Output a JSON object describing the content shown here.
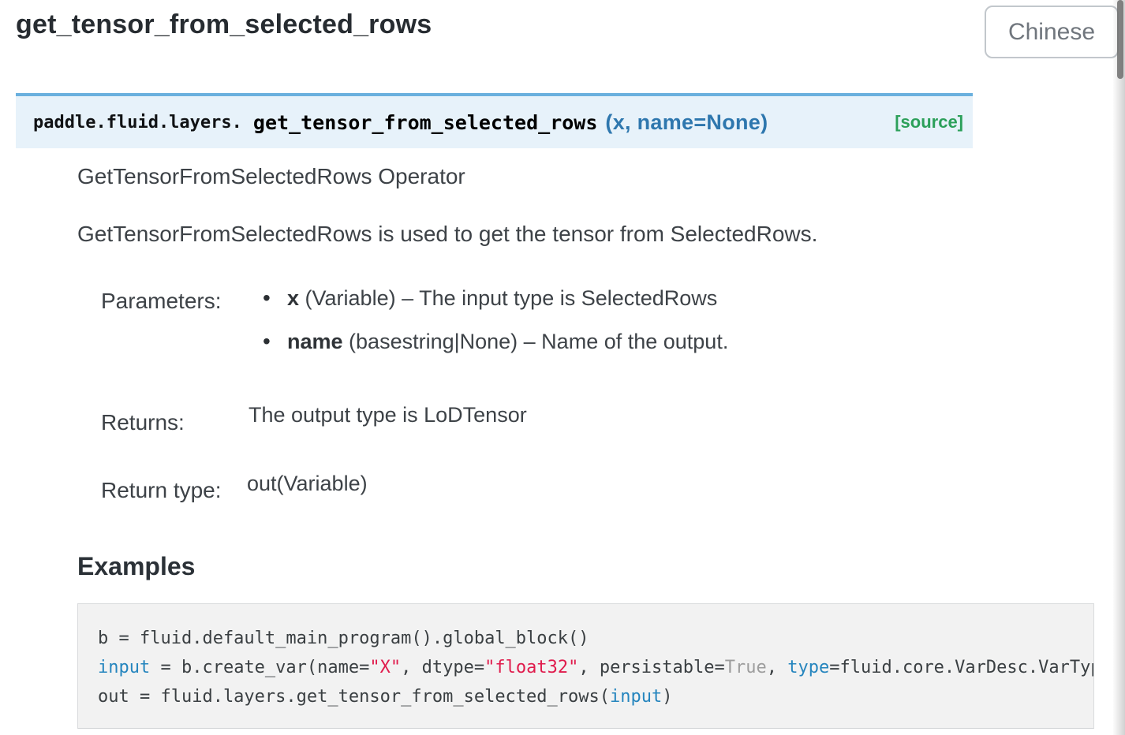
{
  "colors": {
    "signature_border": "#6ab0de",
    "signature_bg": "#e7f2fa",
    "signature_params": "#2e77ae",
    "source_link": "#2ca05a",
    "code_name": "#2585be",
    "code_string": "#e01b4c",
    "code_const": "#9d9d9d"
  },
  "header": {
    "title": "get_tensor_from_selected_rows",
    "language_button_label": "Chinese"
  },
  "signature": {
    "module_prefix": "paddle.fluid.layers.",
    "function_name": "get_tensor_from_selected_rows",
    "params": "(x, name=None)",
    "source_label": "[source]"
  },
  "description": {
    "operator_line": "GetTensorFromSelectedRows Operator",
    "usage_line": "GetTensorFromSelectedRows is used to get the tensor from SelectedRows."
  },
  "fields": {
    "parameters_label": "Parameters:",
    "parameters": [
      {
        "name": "x",
        "rest": " (Variable) – The input type is SelectedRows"
      },
      {
        "name": "name",
        "rest": " (basestring|None) – Name of the output."
      }
    ],
    "returns_label": "Returns:",
    "returns_value": "The output type is LoDTensor",
    "return_type_label": "Return type:",
    "return_type_value": "out(Variable)"
  },
  "examples": {
    "heading": "Examples",
    "code_lines": [
      [
        {
          "t": "b = fluid.default_main_program().global_block()",
          "c": "plain"
        }
      ],
      [
        {
          "t": "input",
          "c": "name"
        },
        {
          "t": " = b.create_var(name=",
          "c": "plain"
        },
        {
          "t": "\"X\"",
          "c": "string"
        },
        {
          "t": ", dtype=",
          "c": "plain"
        },
        {
          "t": "\"float32\"",
          "c": "string"
        },
        {
          "t": ", persistable=",
          "c": "plain"
        },
        {
          "t": "True",
          "c": "const"
        },
        {
          "t": ", ",
          "c": "plain"
        },
        {
          "t": "type",
          "c": "name"
        },
        {
          "t": "=fluid.core.VarDesc.VarTyp",
          "c": "plain"
        }
      ],
      [
        {
          "t": "out = fluid.layers.get_tensor_from_selected_rows(",
          "c": "plain"
        },
        {
          "t": "input",
          "c": "name"
        },
        {
          "t": ")",
          "c": "plain"
        }
      ]
    ]
  }
}
